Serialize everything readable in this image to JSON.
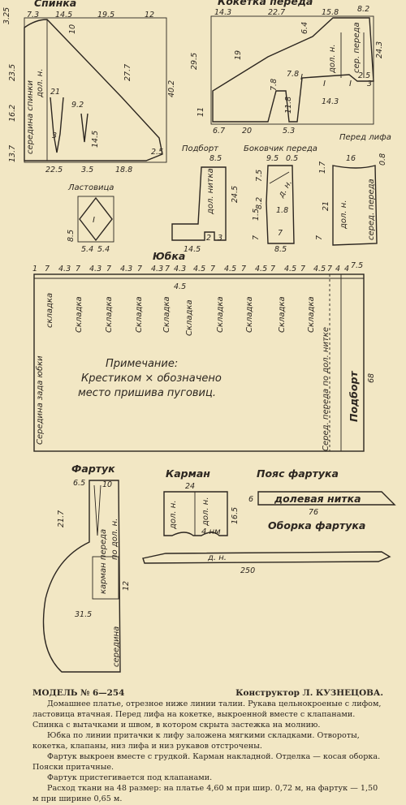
{
  "pieces": {
    "back": {
      "title": "Спинка",
      "top_dims": [
        "7.3",
        "14.5",
        "19.5",
        "12"
      ],
      "side_dims": [
        "3.25",
        "23.5",
        "16.2",
        "13.7"
      ],
      "inner_dims": [
        "10",
        "27.7",
        "40.2",
        "21",
        "9.2",
        "3",
        "14.5",
        "2.5"
      ],
      "bottom_dims": [
        "22.5",
        "3.5",
        "18.8"
      ],
      "label_center": "середина спинки",
      "label_grain": "дол. н."
    },
    "front_yoke": {
      "title": "Кокетка переда",
      "top_dims": [
        "14.3",
        "22.7",
        "15.8",
        "8.2"
      ],
      "inner_dims": [
        "29.5",
        "19",
        "6.4",
        "24.3",
        "2.5",
        "3",
        "11",
        "7.8",
        "7.8",
        "11.8",
        "14.3",
        "I",
        "I",
        "I"
      ],
      "bottom_dims": [
        "6.7",
        "20",
        "5.3"
      ],
      "label_grain": "дол. н.",
      "label_center": "сер. переда"
    },
    "facing": {
      "title": "Подборт",
      "dims": [
        "8.5",
        "24.5",
        "14.5",
        "2",
        "3"
      ],
      "label": "дол. нитка"
    },
    "side_front": {
      "title": "Боковчик переда",
      "dims": [
        "9.5",
        "0.5",
        "7.5",
        "8.2",
        "1.5",
        "1.8",
        "7",
        "7",
        "8.5"
      ],
      "label": "д. н."
    },
    "bodice_front": {
      "title": "Перед лифа",
      "dims": [
        "16",
        "0.8",
        "1.7",
        "21",
        "7"
      ],
      "label_grain": "дол. н.",
      "label_center": "серед. переда"
    },
    "gusset": {
      "title": "Ластовица",
      "dims": [
        "8.5",
        "5.4",
        "5.4"
      ],
      "label": "I"
    },
    "skirt": {
      "title": "Юбка",
      "top_dims": [
        "1",
        "7",
        "4.3",
        "7",
        "4.3",
        "7",
        "4.3",
        "7",
        "4.3",
        "7",
        "4.3",
        "4.5",
        "7",
        "4.5",
        "7",
        "4.5",
        "7",
        "4.5",
        "7",
        "4.5",
        "7",
        "4",
        "4",
        "7.5"
      ],
      "inner_dim": "4.5",
      "fold_label": "Складка",
      "left_label": "Середина зада юбки",
      "left_label_2": "складка",
      "right_label": "Серед. переда по дол. нитке",
      "facing_label": "Подборт",
      "height": "68",
      "note_title": "Примечание:",
      "note_line1": "Крестиком  ×  обозначено",
      "note_line2": "место пришива пуговиц."
    },
    "apron": {
      "title": "Фартук",
      "dims": [
        "6.5",
        "10",
        "21.7",
        "31.5",
        "12"
      ],
      "label_grain": "по дол. н.",
      "label_pocket": "карман переда",
      "label_center": "середина"
    },
    "pocket": {
      "title": "Карман",
      "dims": [
        "24",
        "16.5"
      ],
      "label_left": "дол. н.",
      "label_right": "дол. н.",
      "label_grain": "4 нм"
    },
    "apron_belt": {
      "title": "Пояс фартука",
      "dims": [
        "6",
        "76"
      ],
      "label": "долевая нитка"
    },
    "apron_frill": {
      "title": "Оборка фартука",
      "dims": [
        "250"
      ],
      "label": "д. н."
    }
  },
  "description": {
    "model": "МОДЕЛЬ № 6—254",
    "designer": "Конструктор Л. КУЗНЕЦОВА.",
    "paragraphs": [
      "Домашнее платье, отрезное ниже линии талии. Рукава цельнокроеные с лифом, ластовица втачная. Перед лифа на кокетке, выкроенной вместе с клапанами. Спинка с вытачками и швом, в котором скрыта застежка на молнию.",
      "Юбка по линии притачки к лифу заложена мягкими складками. Отвороты, кокетка, клапаны, низ лифа и низ рукавов отстрочены.",
      "Фартук выкроен вместе с грудкой. Карман накладной. Отделка — косая оборка. Пояски притачные.",
      "Фартук пристегивается под клапанами.",
      "Расход ткани на 48 размер: на платье 4,60 м при шир. 0,72 м, на фартук — 1,50 м при ширине 0,65 м."
    ]
  }
}
